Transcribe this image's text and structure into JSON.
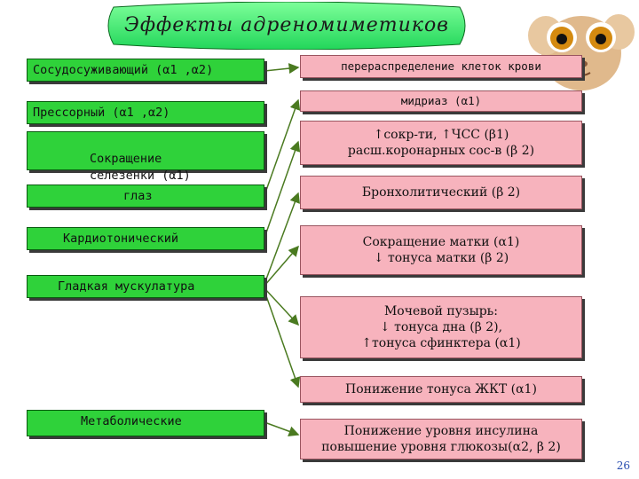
{
  "title": "Эффекты   адреномиметиков",
  "left_boxes": [
    {
      "text": "Сосудосуживающий (α1 ,α2)"
    },
    {
      "text": "Прессорный (α1 ,α2)"
    },
    {
      "text": "Сокращение\nселезенки (α1)"
    },
    {
      "text": "глаз"
    },
    {
      "text": "Кардиотонический"
    },
    {
      "text": "Гладкая мускулатура"
    },
    {
      "text": "Метаболические"
    }
  ],
  "right_boxes": [
    {
      "text": "перераспределение  клеток крови"
    },
    {
      "text": "мидриаз (α1)"
    },
    {
      "text": "↑сокр-ти, ↑ЧСС (β1)\nрасш.коронарных  сос-в (β 2)"
    },
    {
      "text": "Бронхолитический  (β 2)"
    },
    {
      "text": "Сокращение матки (α1)\n↓ тонуса матки (β 2)"
    },
    {
      "text": "Мочевой пузырь:\n↓ тонуса дна (β 2),\n↑тонуса  сфинктера  (α1)"
    },
    {
      "text": "Понижение тонуса ЖКТ (α1)"
    },
    {
      "text": "Понижение уровня инсулина\nповышение уровня глюкозы(α2, β 2)"
    }
  ],
  "page_number": "26",
  "colors": {
    "left_fill": "#2fd23a",
    "right_fill": "#f7b3bd",
    "arrow": "#4a7a20",
    "title_fill": "#3cf06a"
  }
}
